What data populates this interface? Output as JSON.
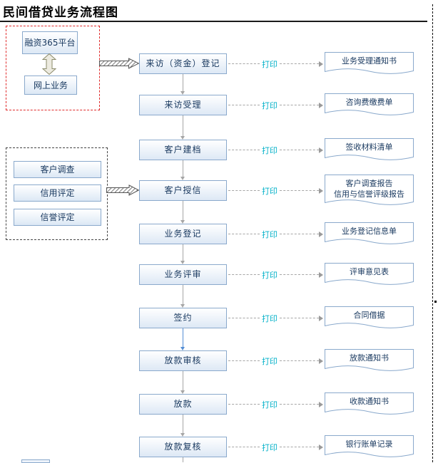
{
  "page": {
    "title": "民间借贷业务流程图"
  },
  "source_group": {
    "platform_box": "融资365平台",
    "online_box": "网上业务"
  },
  "survey_group": {
    "items": [
      "客户调查",
      "信用评定",
      "信誉评定"
    ]
  },
  "flow": {
    "print_label": "打印",
    "steps": [
      {
        "label": "来访（资金）登记",
        "doc": "业务受理通知书"
      },
      {
        "label": "来访受理",
        "doc": "咨询费缴费单"
      },
      {
        "label": "客户建档",
        "doc": "签收材料清单"
      },
      {
        "label": "客户授信",
        "doc": "客户调查报告",
        "doc2": "信用与信誉评级报告"
      },
      {
        "label": "业务登记",
        "doc": "业务登记信息单"
      },
      {
        "label": "业务评审",
        "doc": "评审意见表"
      },
      {
        "label": "签约",
        "doc": "合同借据"
      },
      {
        "label": "放款审核",
        "doc": "放款通知书"
      },
      {
        "label": "放款",
        "doc": "收款通知书"
      },
      {
        "label": "放款复核",
        "doc": "银行账单记录"
      }
    ]
  },
  "colors": {
    "box_border": "#8aa9cc",
    "box_text": "#17375e",
    "print_label": "#00b0c8",
    "connector_gray": "#a6a6a6",
    "connector_blue": "#558ed5",
    "group_red_border": "#e02b2b"
  }
}
